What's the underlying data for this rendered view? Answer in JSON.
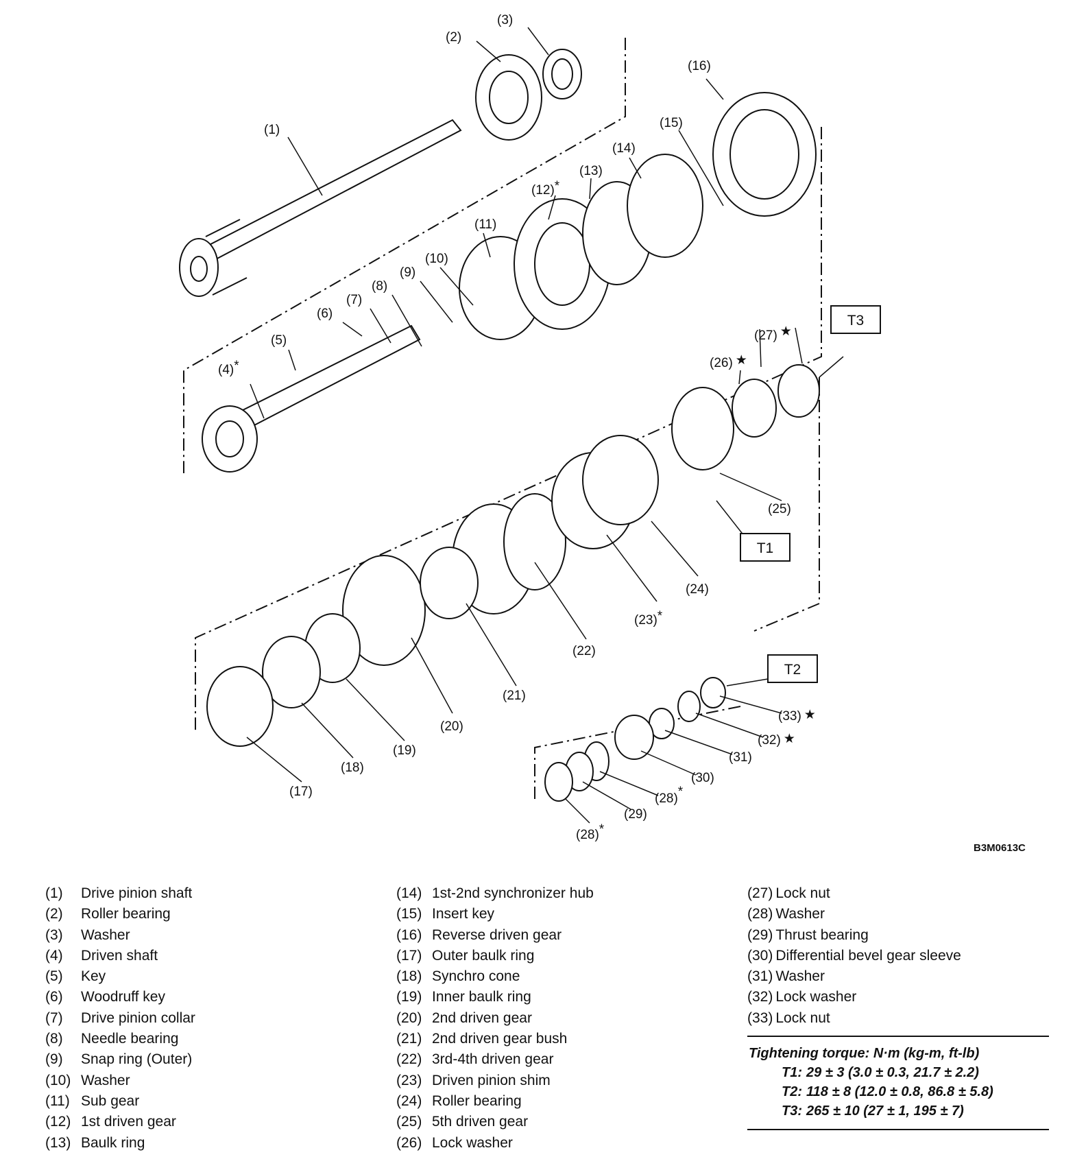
{
  "figure_id": "B3M0613C",
  "callouts": [
    {
      "id": "c1",
      "label": "(1)"
    },
    {
      "id": "c2",
      "label": "(2)"
    },
    {
      "id": "c3",
      "label": "(3)"
    },
    {
      "id": "c4",
      "label": "(4)",
      "mark": "*"
    },
    {
      "id": "c5",
      "label": "(5)"
    },
    {
      "id": "c6",
      "label": "(6)"
    },
    {
      "id": "c7",
      "label": "(7)"
    },
    {
      "id": "c8",
      "label": "(8)"
    },
    {
      "id": "c9",
      "label": "(9)"
    },
    {
      "id": "c10",
      "label": "(10)"
    },
    {
      "id": "c11",
      "label": "(11)"
    },
    {
      "id": "c12",
      "label": "(12)",
      "mark": "*"
    },
    {
      "id": "c13",
      "label": "(13)"
    },
    {
      "id": "c14",
      "label": "(14)"
    },
    {
      "id": "c15",
      "label": "(15)"
    },
    {
      "id": "c16",
      "label": "(16)"
    },
    {
      "id": "c17",
      "label": "(17)"
    },
    {
      "id": "c18",
      "label": "(18)"
    },
    {
      "id": "c19",
      "label": "(19)"
    },
    {
      "id": "c20",
      "label": "(20)"
    },
    {
      "id": "c21",
      "label": "(21)"
    },
    {
      "id": "c22",
      "label": "(22)"
    },
    {
      "id": "c23",
      "label": "(23)",
      "mark": "*"
    },
    {
      "id": "c24",
      "label": "(24)"
    },
    {
      "id": "c25",
      "label": "(25)"
    },
    {
      "id": "c26",
      "label": "(26)",
      "mark": "★"
    },
    {
      "id": "c27",
      "label": "(27)",
      "mark": "★"
    },
    {
      "id": "c28a",
      "label": "(28)",
      "mark": "*"
    },
    {
      "id": "c28b",
      "label": "(28)",
      "mark": "*"
    },
    {
      "id": "c29",
      "label": "(29)"
    },
    {
      "id": "c30",
      "label": "(30)"
    },
    {
      "id": "c31",
      "label": "(31)"
    },
    {
      "id": "c32",
      "label": "(32)",
      "mark": "★"
    },
    {
      "id": "c33",
      "label": "(33)",
      "mark": "★"
    }
  ],
  "torque_boxes": [
    "T1",
    "T2",
    "T3"
  ],
  "legend": {
    "col1": [
      {
        "num": "(1)",
        "name": "Drive pinion shaft"
      },
      {
        "num": "(2)",
        "name": "Roller bearing"
      },
      {
        "num": "(3)",
        "name": "Washer"
      },
      {
        "num": "(4)",
        "name": "Driven shaft"
      },
      {
        "num": "(5)",
        "name": "Key"
      },
      {
        "num": "(6)",
        "name": "Woodruff key"
      },
      {
        "num": "(7)",
        "name": "Drive pinion collar"
      },
      {
        "num": "(8)",
        "name": "Needle bearing"
      },
      {
        "num": "(9)",
        "name": "Snap ring (Outer)"
      },
      {
        "num": "(10)",
        "name": "Washer"
      },
      {
        "num": "(11)",
        "name": "Sub gear"
      },
      {
        "num": "(12)",
        "name": "1st driven gear"
      },
      {
        "num": "(13)",
        "name": "Baulk ring"
      }
    ],
    "col2": [
      {
        "num": "(14)",
        "name": "1st-2nd synchronizer hub"
      },
      {
        "num": "(15)",
        "name": "Insert key"
      },
      {
        "num": "(16)",
        "name": "Reverse driven gear"
      },
      {
        "num": "(17)",
        "name": "Outer baulk ring"
      },
      {
        "num": "(18)",
        "name": "Synchro cone"
      },
      {
        "num": "(19)",
        "name": "Inner baulk ring"
      },
      {
        "num": "(20)",
        "name": "2nd driven gear"
      },
      {
        "num": "(21)",
        "name": "2nd driven gear bush"
      },
      {
        "num": "(22)",
        "name": "3rd-4th driven gear"
      },
      {
        "num": "(23)",
        "name": "Driven pinion shim"
      },
      {
        "num": "(24)",
        "name": "Roller bearing"
      },
      {
        "num": "(25)",
        "name": "5th driven gear"
      },
      {
        "num": "(26)",
        "name": "Lock washer"
      }
    ],
    "col3": [
      {
        "num": "(27)",
        "name": "Lock nut"
      },
      {
        "num": "(28)",
        "name": "Washer"
      },
      {
        "num": "(29)",
        "name": "Thrust bearing"
      },
      {
        "num": "(30)",
        "name": "Differential bevel gear sleeve"
      },
      {
        "num": "(31)",
        "name": "Washer"
      },
      {
        "num": "(32)",
        "name": "Lock washer"
      },
      {
        "num": "(33)",
        "name": "Lock nut"
      }
    ]
  },
  "torque": {
    "heading": "Tightening torque: N·m (kg-m, ft-lb)",
    "rows": [
      {
        "key": "T1:",
        "value": "29 ± 3 (3.0 ± 0.3, 21.7 ± 2.2)"
      },
      {
        "key": "T2:",
        "value": "118 ± 8 (12.0 ± 0.8, 86.8 ± 5.8)"
      },
      {
        "key": "T3:",
        "value": "265 ± 10 (27 ± 1, 195 ± 7)"
      }
    ]
  }
}
